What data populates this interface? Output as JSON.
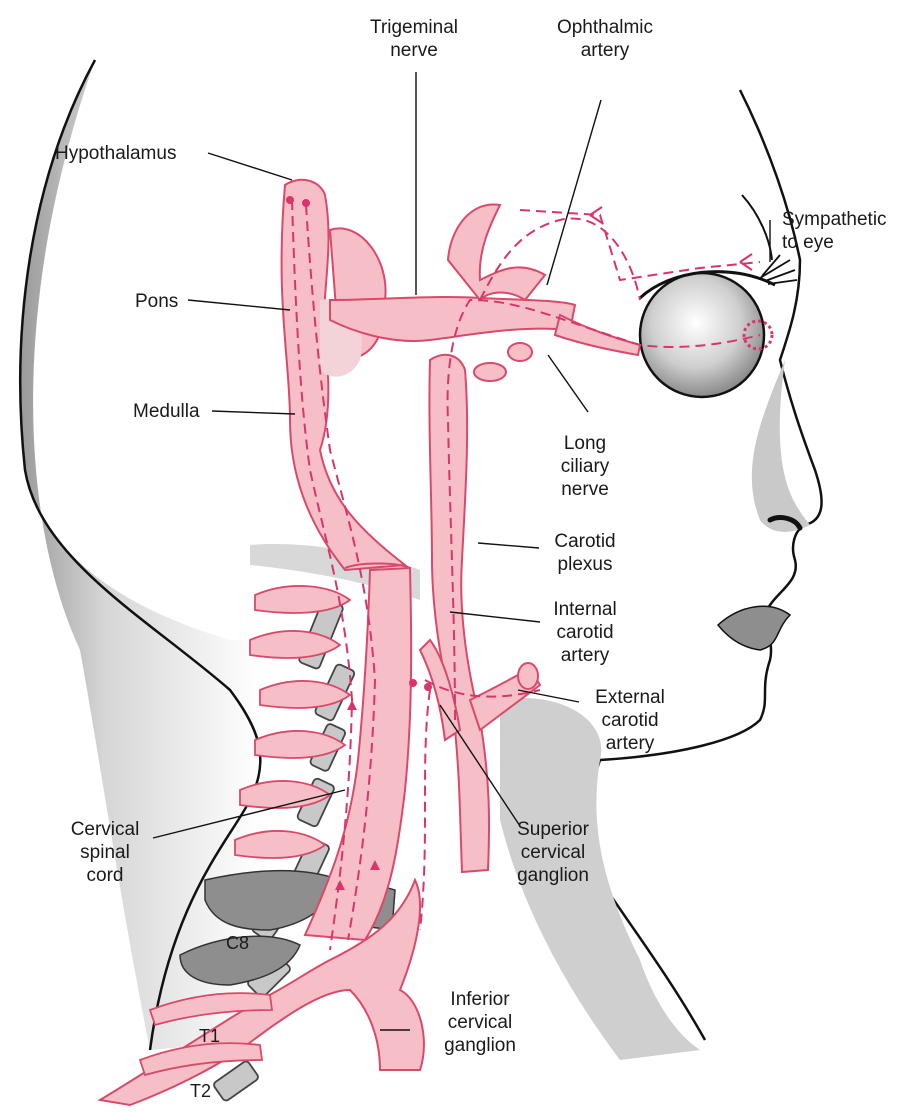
{
  "labels": {
    "trigeminal": "Trigeminal\nnerve",
    "ophthalmic": "Ophthalmic\nartery",
    "hypothalamus": "Hypothalamus",
    "sympathetic": "Sympathetic\nto eye",
    "pons": "Pons",
    "medulla": "Medulla",
    "long_ciliary": "Long\nciliary\nnerve",
    "carotid_plexus": "Carotid\nplexus",
    "internal_carotid": "Internal\ncarotid\nartery",
    "external_carotid": "External\ncarotid\nartery",
    "cervical_cord": "Cervical\nspinal\ncord",
    "superior_ganglion": "Superior\ncervical\nganglion",
    "inferior_ganglion": "Inferior\ncervical\nganglion",
    "c8": "C8",
    "t1": "T1",
    "t2": "T2"
  },
  "colors": {
    "nerve_fill": "#f6bfc8",
    "nerve_stroke": "#d94a6a",
    "pathway": "#d8366a",
    "bone": "#c8c8c8",
    "shadow": "#bdbdbd",
    "outline": "#111111"
  }
}
